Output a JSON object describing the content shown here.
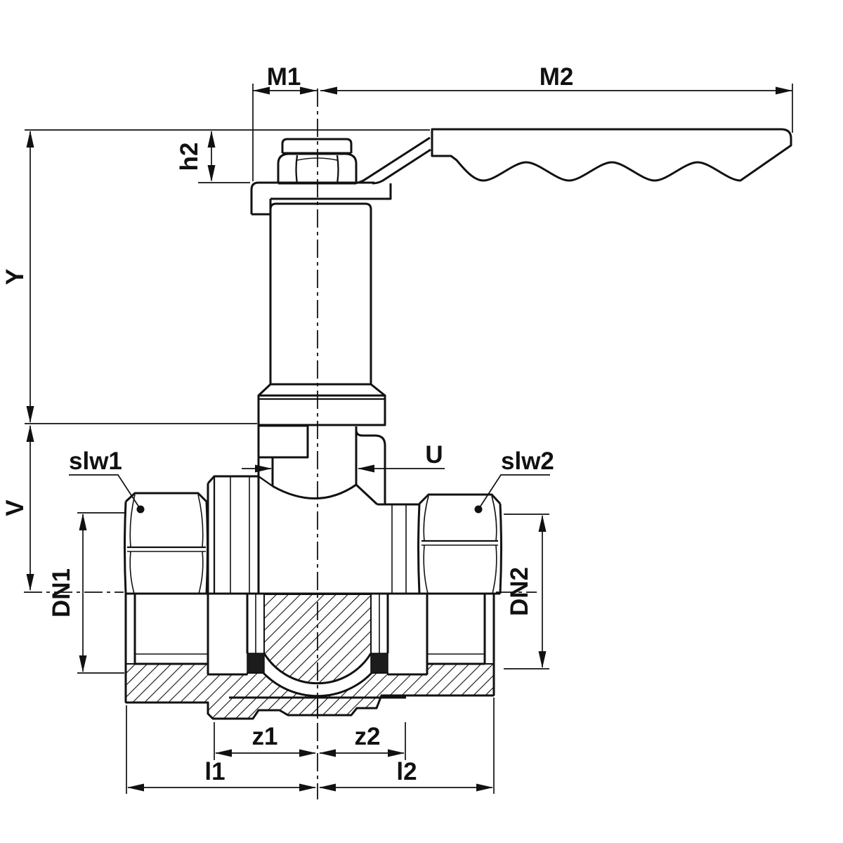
{
  "labels": {
    "m1": "M1",
    "m2": "M2",
    "h2": "h2",
    "y": "Y",
    "v": "V",
    "slw1": "slw1",
    "slw2": "slw2",
    "u": "U",
    "dn1": "DN1",
    "dn2": "DN2",
    "z1": "z1",
    "z2": "z2",
    "l1": "l1",
    "l2": "l2"
  },
  "colors": {
    "line": "#111111",
    "background": "#ffffff",
    "seat_seal": "#1c1c1c"
  }
}
